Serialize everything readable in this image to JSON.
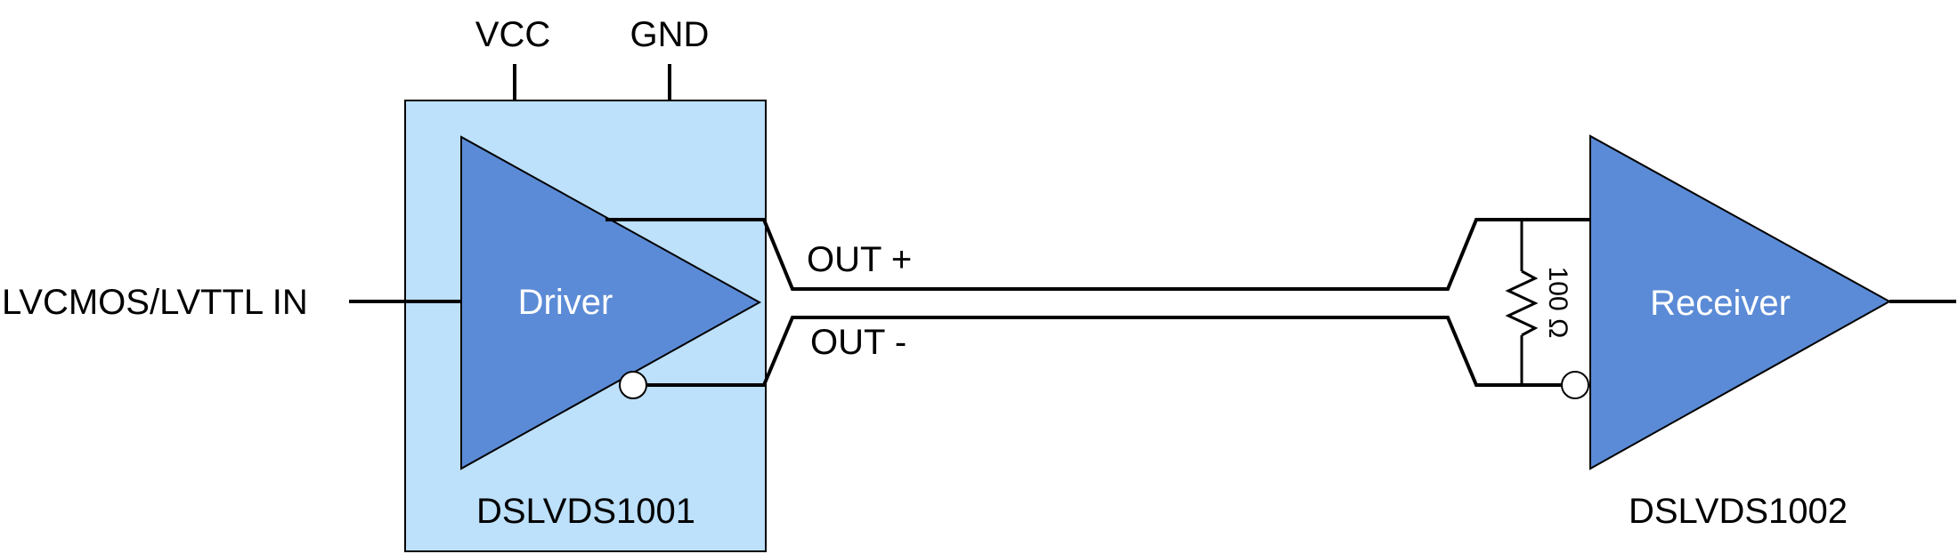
{
  "colors": {
    "driver_box": "#bde0fb",
    "triangle_fill": "#5b8bd6",
    "line": "#000000",
    "inner_text": "#ffffff"
  },
  "power": {
    "vcc": "VCC",
    "gnd": "GND"
  },
  "input_label": "LVCMOS/LVTTL IN",
  "driver": {
    "label": "Driver",
    "part": "DSLVDS1001"
  },
  "receiver": {
    "label": "Receiver",
    "part": "DSLVDS1002"
  },
  "signals": {
    "out_plus": "OUT +",
    "out_minus": "OUT -"
  },
  "termination": {
    "value": "100 Ω"
  }
}
